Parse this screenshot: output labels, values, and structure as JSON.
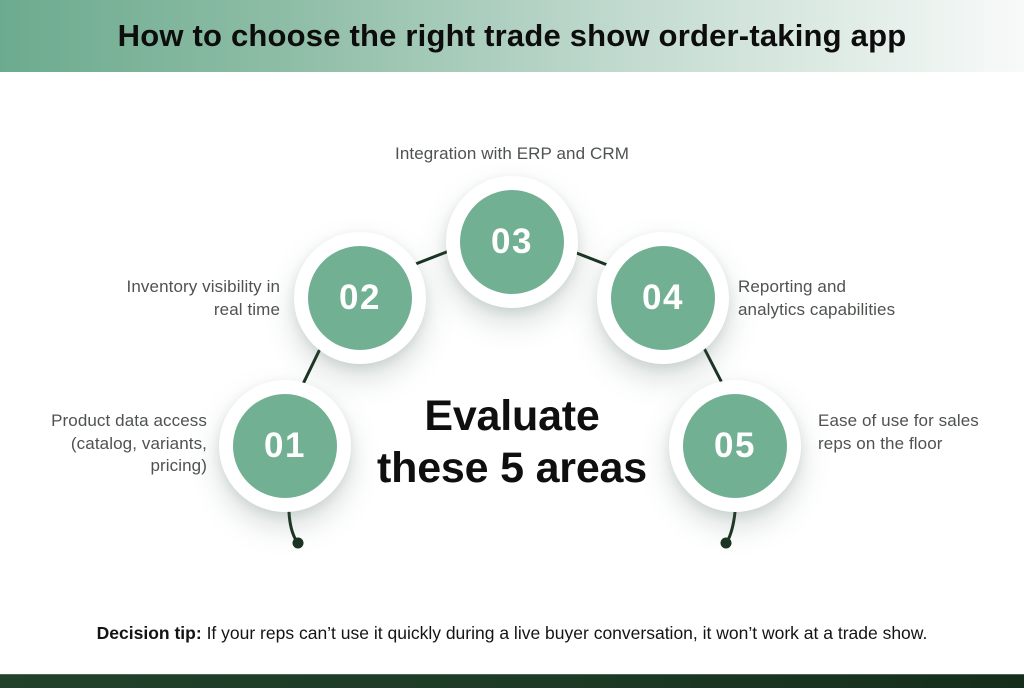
{
  "header": {
    "title": "How to choose the right trade show order-taking app"
  },
  "center_heading": {
    "line1": "Evaluate",
    "line2": "these 5 areas"
  },
  "nodes": [
    {
      "number": "01",
      "label_lines": [
        "Product data access",
        "(catalog, variants,",
        "pricing)"
      ]
    },
    {
      "number": "02",
      "label_lines": [
        "Inventory visibility in",
        "real time"
      ]
    },
    {
      "number": "03",
      "label_lines": [
        "Integration with ERP and CRM"
      ]
    },
    {
      "number": "04",
      "label_lines": [
        "Reporting and",
        "analytics capabilities"
      ]
    },
    {
      "number": "05",
      "label_lines": [
        "Ease of use for sales",
        "reps on the floor"
      ]
    }
  ],
  "footer": {
    "tip_label": "Decision tip:",
    "tip_text": "If your reps can’t use it quickly during a live buyer conversation, it won’t work at a trade show."
  },
  "colors": {
    "header_gradient_start": "#6cab8f",
    "header_gradient_end": "#f8faf9",
    "circle_green": "#72b093",
    "connector_dark": "#1b3322",
    "label_gray": "#4f534f",
    "heading_black": "#0f0f0f",
    "footer_bar_green": "#1c3a25"
  }
}
